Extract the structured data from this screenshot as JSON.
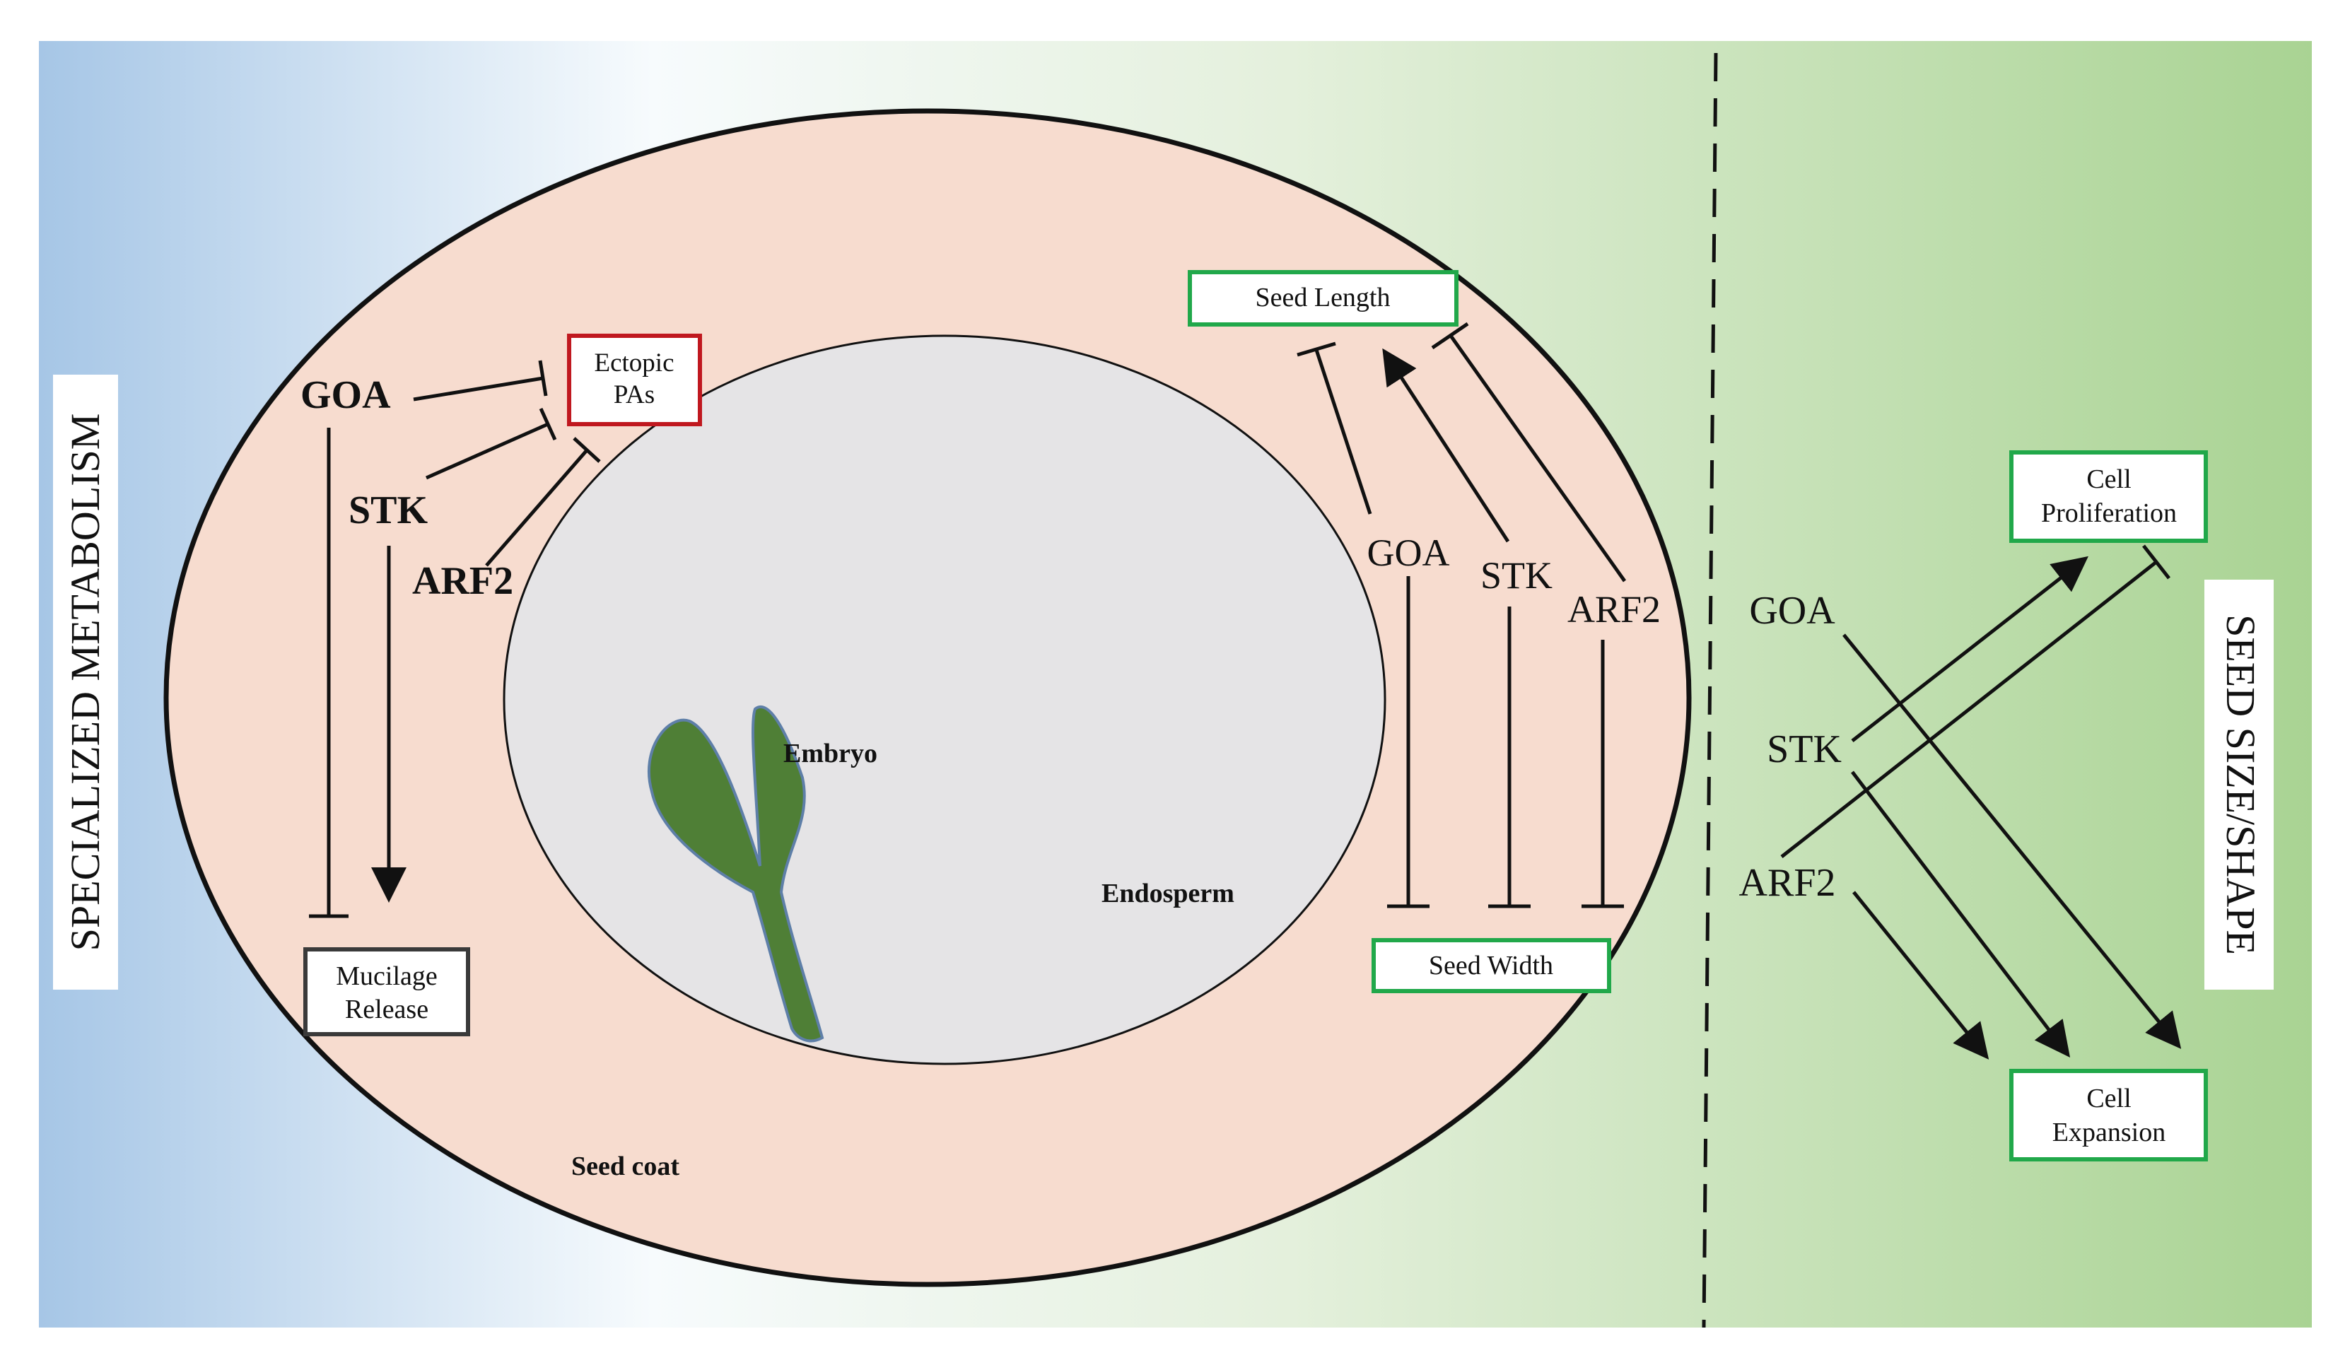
{
  "colors": {
    "blue": "#a6c6e6",
    "white": "#f7fbfd",
    "green_light": "#e4f0dc",
    "green": "#a9d393",
    "seed_coat": "#f7dccf",
    "endosperm": "#e5e4e6",
    "embryo": "#4f7f36",
    "embryo_stroke": "#5e7fa8",
    "red_box": "#c0181f",
    "green_box": "#21a84a",
    "dark_box": "#3a3a3a"
  },
  "side_labels": {
    "left": "SPECIALIZED METABOLISM",
    "right": "SEED SIZE/SHAPE"
  },
  "regions": {
    "embryo": "Embryo",
    "endosperm": "Endosperm",
    "seed_coat": "Seed coat"
  },
  "metabolism": {
    "genes": {
      "goa": "GOA",
      "stk": "STK",
      "arf2": "ARF2"
    },
    "ectopic_box": [
      "Ectopic",
      "PAs"
    ],
    "mucilage_box": [
      "Mucilage",
      "Release"
    ]
  },
  "seed_dims": {
    "length_box": "Seed Length",
    "width_box": "Seed Width",
    "genes": {
      "goa": "GOA",
      "stk": "STK",
      "arf2": "ARF2"
    }
  },
  "cell": {
    "proliferation_box": [
      "Cell",
      "Proliferation"
    ],
    "expansion_box": [
      "Cell",
      "Expansion"
    ],
    "genes": {
      "goa": "GOA",
      "stk": "STK",
      "arf2": "ARF2"
    }
  }
}
